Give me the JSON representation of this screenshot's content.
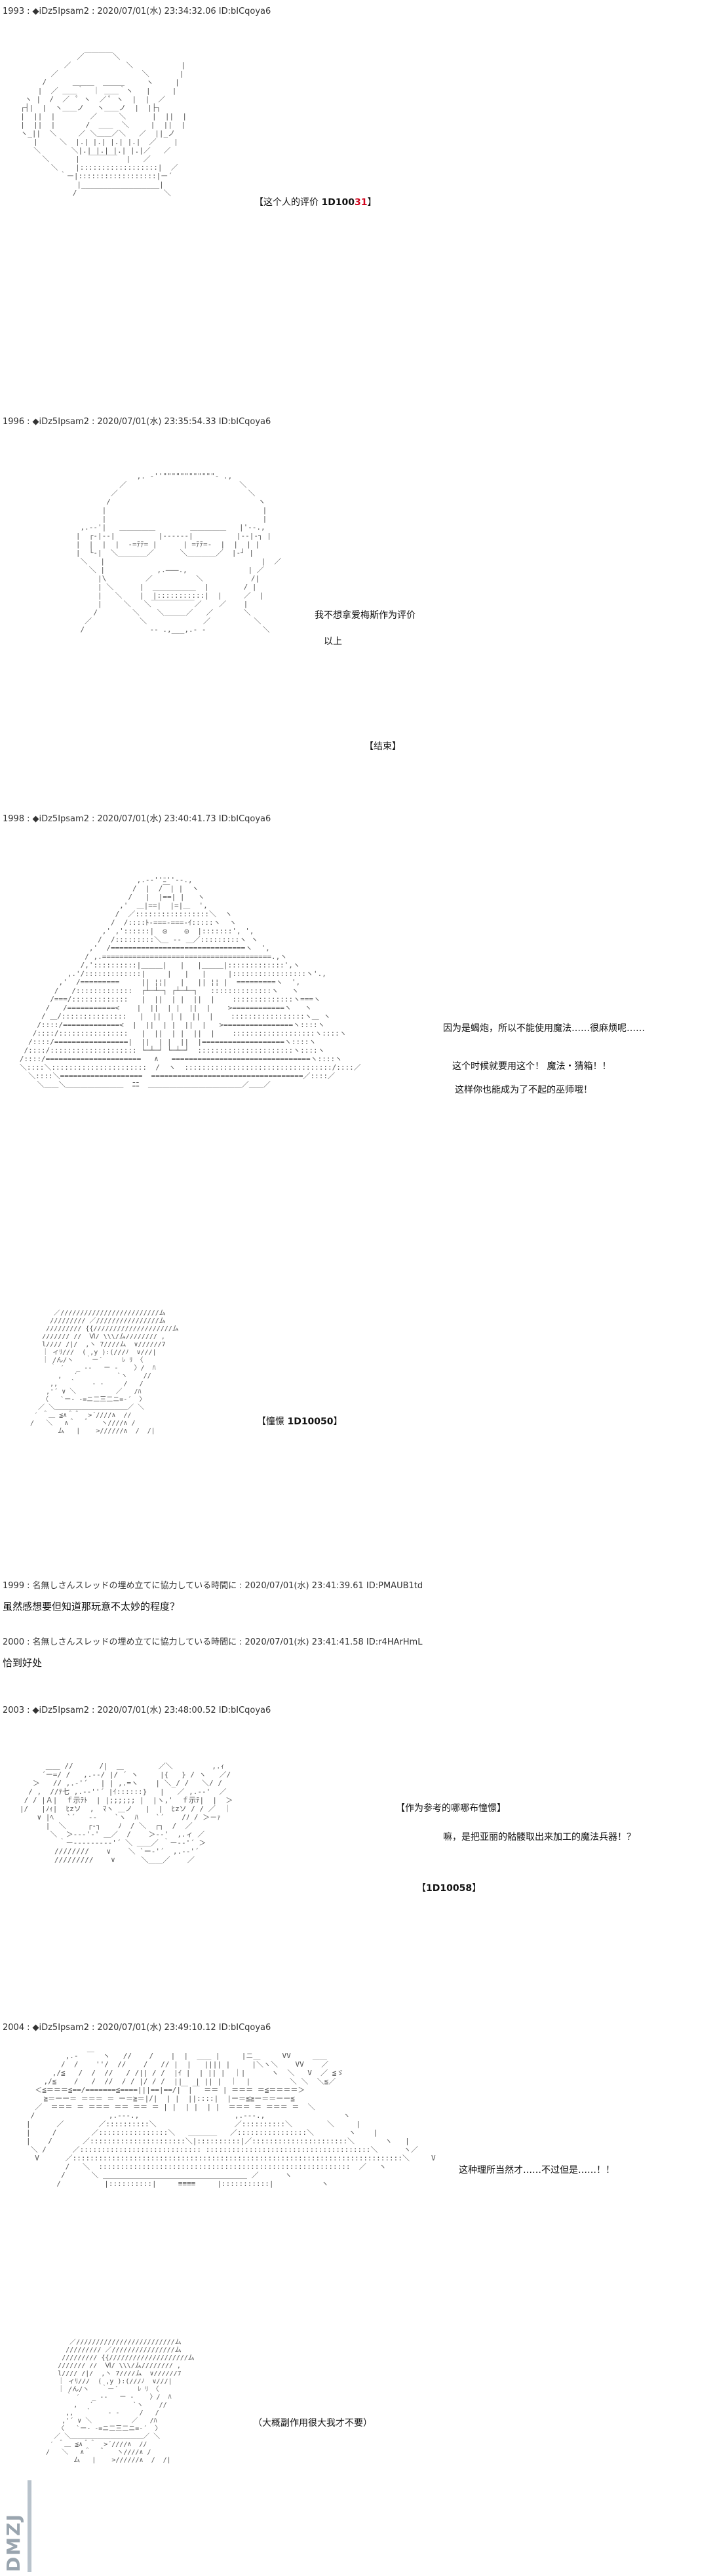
{
  "posts": [
    {
      "number": "1993",
      "name": "◆iDz5Ipsam2",
      "datetime": "2020/07/01(水) 23:34:32.06",
      "id": "ID:bICqoya6",
      "caption_prefix": "【这个人的评价",
      "roll": "1D100",
      "roll_result": "31",
      "caption_suffix": "】"
    },
    {
      "number": "1996",
      "name": "◆iDz5Ipsam2",
      "datetime": "2020/07/01(水) 23:35:54.33",
      "id": "ID:bICqoya6",
      "line1": "我不想拿爱梅斯作为评价",
      "line2": "以上",
      "line3": "【结束】"
    },
    {
      "number": "1998",
      "name": "◆iDz5Ipsam2",
      "datetime": "2020/07/01(水) 23:40:41.73",
      "id": "ID:bICqoya6",
      "line1": "因为是蝎炮，所以不能使用魔法……很麻烦呢……",
      "line2": "这个时候就要用这个！ 魔法・猜箱！！",
      "line3": "这样你也能成为了不起的巫师哦！",
      "caption2_prefix": "【憧憬",
      "caption2_roll": "1D100",
      "caption2_result": "50",
      "caption2_suffix": "】"
    },
    {
      "number": "1999",
      "name": "名無しさんスレッドの埋め立てに協力している時間に",
      "datetime": "2020/07/01(水) 23:41:39.61",
      "id": "ID:PMAUB1td",
      "body": "虽然感想要但知道那玩意不太妙的程度？"
    },
    {
      "number": "2000",
      "name": "名無しさんスレッドの埋め立てに協力している時間に",
      "datetime": "2020/07/01(水) 23:41:41.58",
      "id": "ID:r4HArHmL",
      "body": "恰到好处"
    },
    {
      "number": "2003",
      "name": "◆iDz5Ipsam2",
      "datetime": "2020/07/01(水) 23:48:00.52",
      "id": "ID:bICqoya6",
      "line1": "【作为参考的哪哪布憧憬】",
      "line2": "嘛，是把亚丽的骷髅取出来加工的魔法兵器！？",
      "roll": "1D100",
      "roll_result": "58",
      "roll_prefix": "【",
      "roll_suffix": "】"
    },
    {
      "number": "2004",
      "name": "◆iDz5Ipsam2",
      "datetime": "2020/07/01(水) 23:49:10.12",
      "id": "ID:bICqoya6",
      "line1": "这种理所当然才……不过但是……！！",
      "line2": "（大概副作用很大我才不要）"
    }
  ],
  "watermark": "DMZJ"
}
